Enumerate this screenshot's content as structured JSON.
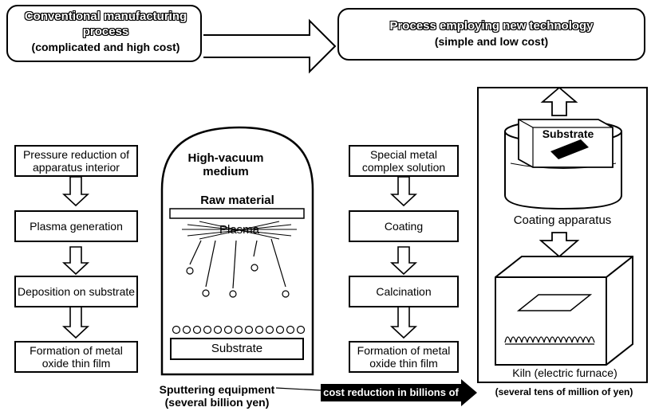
{
  "conventional": {
    "title_line1": "Conventional manufacturing",
    "title_line2": "process",
    "subtitle": "(complicated and high cost)"
  },
  "new_tech": {
    "title": "Process employing  new technology",
    "subtitle": "(simple and low cost)"
  },
  "conventional_steps": [
    "Pressure reduction of apparatus interior",
    "Plasma generation",
    "Deposition on substrate",
    "Formation of metal oxide thin film"
  ],
  "sputtering": {
    "chamber_label": "High-vacuum medium",
    "raw_material": "Raw material",
    "plasma": "Plasma",
    "substrate": "Substrate",
    "equipment_label": "Sputtering equipment",
    "equipment_cost": "(several billion yen)"
  },
  "new_steps": [
    "Special metal complex solution",
    "Coating",
    "Calcination",
    "Formation of metal oxide thin film"
  ],
  "apparatus": {
    "substrate": "Substrate",
    "coating_label": "Coating apparatus",
    "kiln_label": "Kiln (electric furnace)"
  },
  "cost": {
    "reduction": "cost reduction in billions of yen",
    "new_cost": "(several tens of million of yen)"
  }
}
